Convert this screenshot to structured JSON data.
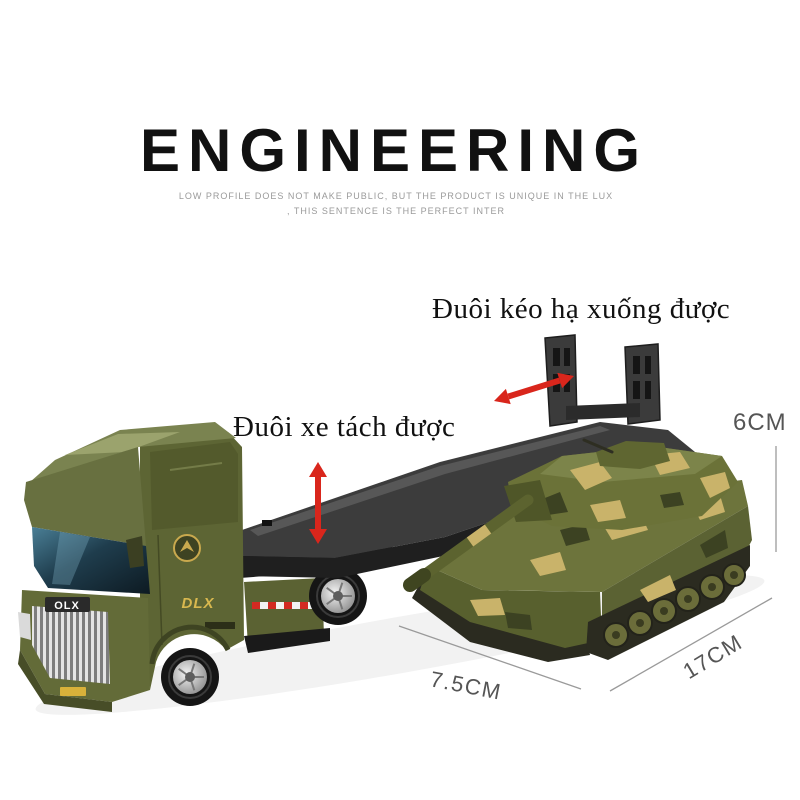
{
  "heading": "ENGINEERING",
  "subheading": {
    "line1": "LOW PROFILE DOES NOT MAKE PUBLIC, BUT THE PRODUCT IS UNIQUE IN THE LUX",
    "line2": ", THIS SENTENCE IS THE PERFECT INTER"
  },
  "annotations": {
    "ramp": "Đuôi kéo hạ xuống được",
    "trailer": "Đuôi xe tách được"
  },
  "dimensions": {
    "height": "6CM",
    "width": "7.5CM",
    "length": "17CM"
  },
  "vehicle_markings": {
    "grille_badge": "OLX",
    "door_logo": "DLX"
  },
  "colors": {
    "background": "#ffffff",
    "text": "#111111",
    "subtext": "#9a9a9a",
    "arrow": "#d9261c",
    "olive": "#5b6233",
    "camo_tan": "#c9b36a",
    "dimension_line": "#9a9a9a"
  }
}
